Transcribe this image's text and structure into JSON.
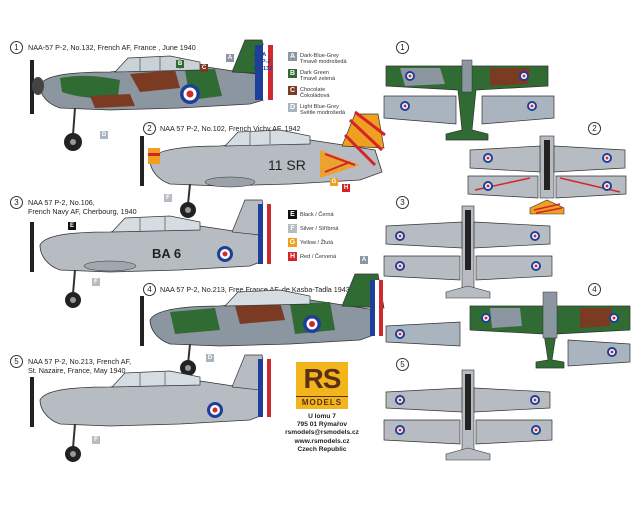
{
  "profiles": [
    {
      "num": "1",
      "caption": "NAA-57 P-2, No.132, French AF, France , June 1940"
    },
    {
      "num": "2",
      "caption": "NAA 57 P-2, No.102, French Vichy AF, 1942",
      "code": "11 SR"
    },
    {
      "num": "3",
      "caption_l1": "NAA 57 P-2, No.106,",
      "caption_l2": "French Navy AF, Cherbourg, 1940",
      "code": "BA 6"
    },
    {
      "num": "4",
      "caption": "NAA 57 P-2, No.213, Free France AF, de Kasba-Tadla 1943"
    },
    {
      "num": "5",
      "caption_l1": "NAA 57 P-2, No.213, French AF,",
      "caption_l2": "St. Nazaire, France,  May 1940"
    }
  ],
  "legend": [
    {
      "letter": "A",
      "color": "#8c96a0",
      "en": "Dark-Blue-Grey",
      "cz": "Tmavě modrošedá"
    },
    {
      "letter": "B",
      "color": "#2f6b33",
      "en": "Dark Green",
      "cz": "Tmavě zelená"
    },
    {
      "letter": "C",
      "color": "#7a3b22",
      "en": "Chocolate",
      "cz": "Čokoládová"
    },
    {
      "letter": "D",
      "color": "#a9b4bf",
      "en": "Light Blue-Grey",
      "cz": "Světle modrošedá"
    },
    {
      "letter": "E",
      "color": "#111111",
      "en": "Black / Černá"
    },
    {
      "letter": "F",
      "color": "#b7bcc2",
      "en": "Silver / Stříbrná"
    },
    {
      "letter": "G",
      "color": "#f0a020",
      "en": "Yellow / Žlutá"
    },
    {
      "letter": "H",
      "color": "#d4242a",
      "en": "Red / Červená"
    }
  ],
  "fin_text": {
    "l1": "NAA",
    "l2": "57 P-2",
    "l3": "No.132"
  },
  "address": {
    "l1": "U lomu 7",
    "l2": "795 01 Rýmařov",
    "l3": "rsmodels@rsmodels.cz",
    "l4": "www.rsmodels.cz",
    "l5": "Czech Republic"
  },
  "logo": {
    "main": "RS",
    "sub": "MODELS"
  },
  "colors": {
    "camo_grey": "#8c96a0",
    "camo_green": "#2f6b33",
    "camo_brown": "#7a3b22",
    "light": "#a9b4bf",
    "silver": "#b7bcc2",
    "roundel_blue": "#1d3f9a",
    "roundel_red": "#cf2a2e"
  }
}
